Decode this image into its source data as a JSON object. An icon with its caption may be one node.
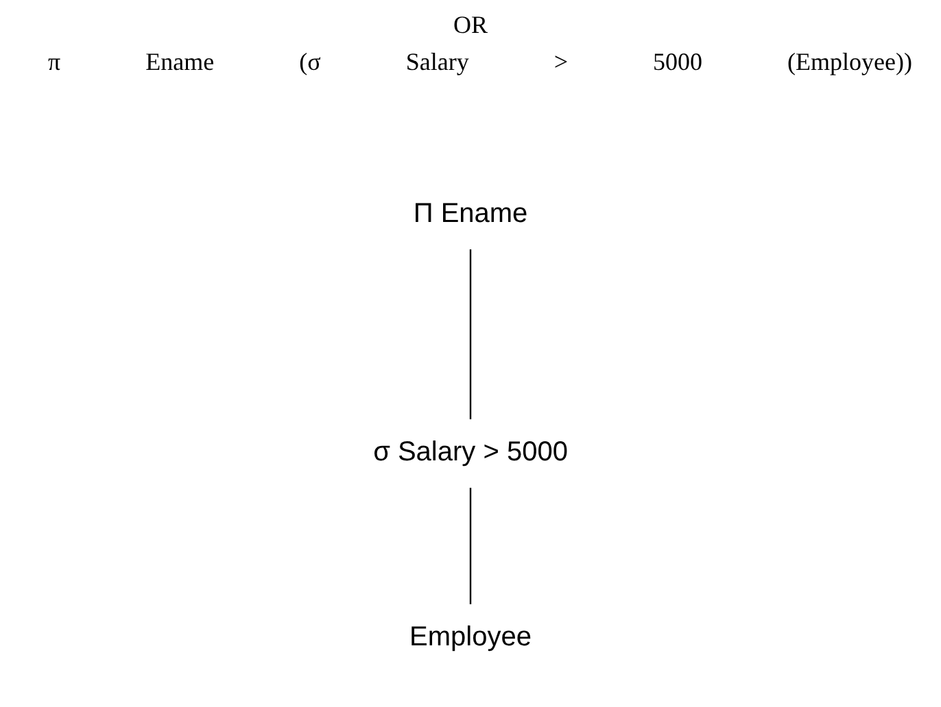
{
  "diagram": {
    "nodes": [
      {
        "text": [
          "Π Ename"
        ]
      },
      {
        "text": [
          "σ Salary > 5000"
        ]
      },
      {
        "text": [
          "Employee"
        ]
      }
    ],
    "edges": [
      {
        "from": 0,
        "to": 1,
        "arrow": "none"
      },
      {
        "from": 1,
        "to": 2,
        "arrow": "none"
      }
    ],
    "labels": [
      "OR",
      "π Ename (σ Salary > 5000 (Employee))"
    ]
  }
}
